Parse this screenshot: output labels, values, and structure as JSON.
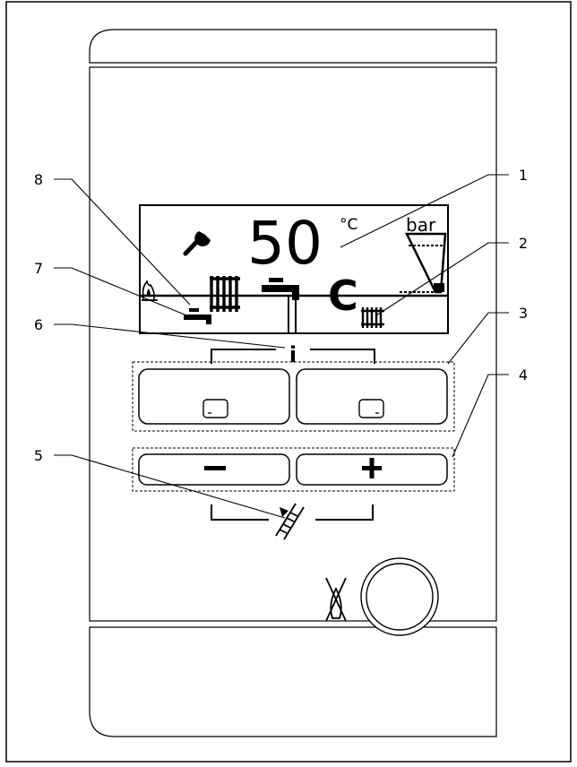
{
  "display": {
    "temperature": "50",
    "unit": "°C",
    "pressure_unit": "bar",
    "mode_letter": "C"
  },
  "callouts": [
    "1",
    "2",
    "3",
    "4",
    "5",
    "6",
    "7",
    "8"
  ],
  "buttons": {
    "minus": "−",
    "plus": "+",
    "info": "i"
  },
  "icons": {
    "wrench": "wrench-icon",
    "radiator": "radiator-icon",
    "tap": "tap-icon",
    "flame": "flame-icon",
    "pressure": "pressure-gauge-icon",
    "chimney_sweep": "chimney-sweep-icon",
    "power": "power-symbol-icon"
  }
}
